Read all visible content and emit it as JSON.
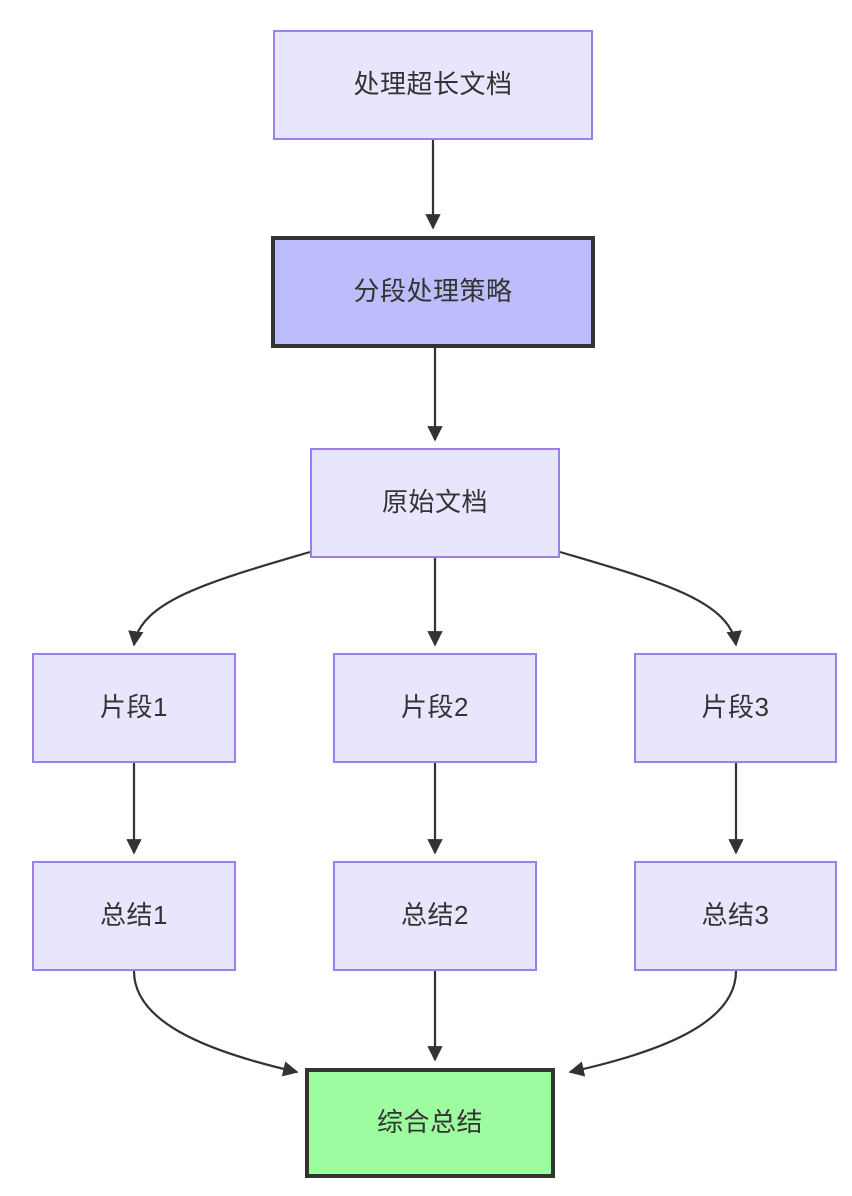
{
  "diagram": {
    "title": "",
    "type": "flowchart",
    "direction": "top-down",
    "background_color": "#ffffff",
    "edge_color": "#333333",
    "styles": {
      "normal_fill": "#e8e6fd",
      "normal_stroke": "#a07ee8",
      "highlight_fill": "#bcbdfa",
      "highlight_stroke": "#333333",
      "result_fill": "#9dfca0",
      "result_stroke": "#333333",
      "text_color": "#333333"
    },
    "nodes": [
      {
        "id": "doc",
        "label": "处理超长文档",
        "style": "normal"
      },
      {
        "id": "strategy",
        "label": "分段处理策略",
        "style": "highlight"
      },
      {
        "id": "source",
        "label": "原始文档",
        "style": "normal"
      },
      {
        "id": "frag1",
        "label": "片段1",
        "style": "normal"
      },
      {
        "id": "frag2",
        "label": "片段2",
        "style": "normal"
      },
      {
        "id": "frag3",
        "label": "片段3",
        "style": "normal"
      },
      {
        "id": "sum1",
        "label": "总结1",
        "style": "normal"
      },
      {
        "id": "sum2",
        "label": "总结2",
        "style": "normal"
      },
      {
        "id": "sum3",
        "label": "总结3",
        "style": "normal"
      },
      {
        "id": "final",
        "label": "综合总结",
        "style": "result"
      }
    ],
    "edges": [
      {
        "from": "doc",
        "to": "strategy",
        "label": "",
        "shape": "straight"
      },
      {
        "from": "strategy",
        "to": "source",
        "label": "",
        "shape": "straight"
      },
      {
        "from": "source",
        "to": "frag1",
        "label": "",
        "shape": "curve"
      },
      {
        "from": "source",
        "to": "frag2",
        "label": "",
        "shape": "straight"
      },
      {
        "from": "source",
        "to": "frag3",
        "label": "",
        "shape": "curve"
      },
      {
        "from": "frag1",
        "to": "sum1",
        "label": "",
        "shape": "straight"
      },
      {
        "from": "frag2",
        "to": "sum2",
        "label": "",
        "shape": "straight"
      },
      {
        "from": "frag3",
        "to": "sum3",
        "label": "",
        "shape": "straight"
      },
      {
        "from": "sum1",
        "to": "final",
        "label": "",
        "shape": "curve"
      },
      {
        "from": "sum2",
        "to": "final",
        "label": "",
        "shape": "straight"
      },
      {
        "from": "sum3",
        "to": "final",
        "label": "",
        "shape": "curve"
      }
    ]
  }
}
